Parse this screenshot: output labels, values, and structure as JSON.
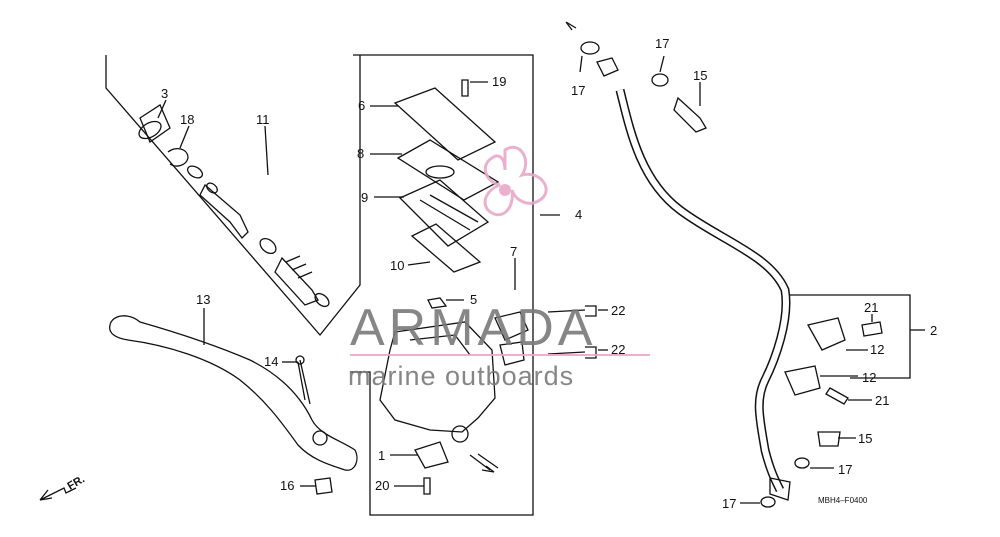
{
  "diagram": {
    "callouts": [
      {
        "id": "c3",
        "text": "3"
      },
      {
        "id": "c18",
        "text": "18"
      },
      {
        "id": "c11",
        "text": "11"
      },
      {
        "id": "c6",
        "text": "6"
      },
      {
        "id": "c8",
        "text": "8"
      },
      {
        "id": "c9",
        "text": "9"
      },
      {
        "id": "c10",
        "text": "10"
      },
      {
        "id": "c4",
        "text": "4"
      },
      {
        "id": "c19",
        "text": "19"
      },
      {
        "id": "c5",
        "text": "5"
      },
      {
        "id": "c7",
        "text": "7"
      },
      {
        "id": "c22a",
        "text": "22"
      },
      {
        "id": "c22b",
        "text": "22"
      },
      {
        "id": "c13",
        "text": "13"
      },
      {
        "id": "c14",
        "text": "14"
      },
      {
        "id": "c16",
        "text": "16"
      },
      {
        "id": "c1",
        "text": "1"
      },
      {
        "id": "c20",
        "text": "20"
      },
      {
        "id": "c17a",
        "text": "17"
      },
      {
        "id": "c17b",
        "text": "17"
      },
      {
        "id": "c15a",
        "text": "15"
      },
      {
        "id": "c21a",
        "text": "21"
      },
      {
        "id": "c2",
        "text": "2"
      },
      {
        "id": "c12a",
        "text": "12"
      },
      {
        "id": "c12b",
        "text": "12"
      },
      {
        "id": "c21b",
        "text": "21"
      },
      {
        "id": "c15b",
        "text": "15"
      },
      {
        "id": "c17c",
        "text": "17"
      },
      {
        "id": "c17d",
        "text": "17"
      }
    ],
    "front_indicator": "FR.",
    "diagram_code": "MBH4–F0400"
  },
  "watermark": {
    "title": "ARMADA",
    "subtitle": "marine outboards",
    "color": "#e8a8c8"
  }
}
